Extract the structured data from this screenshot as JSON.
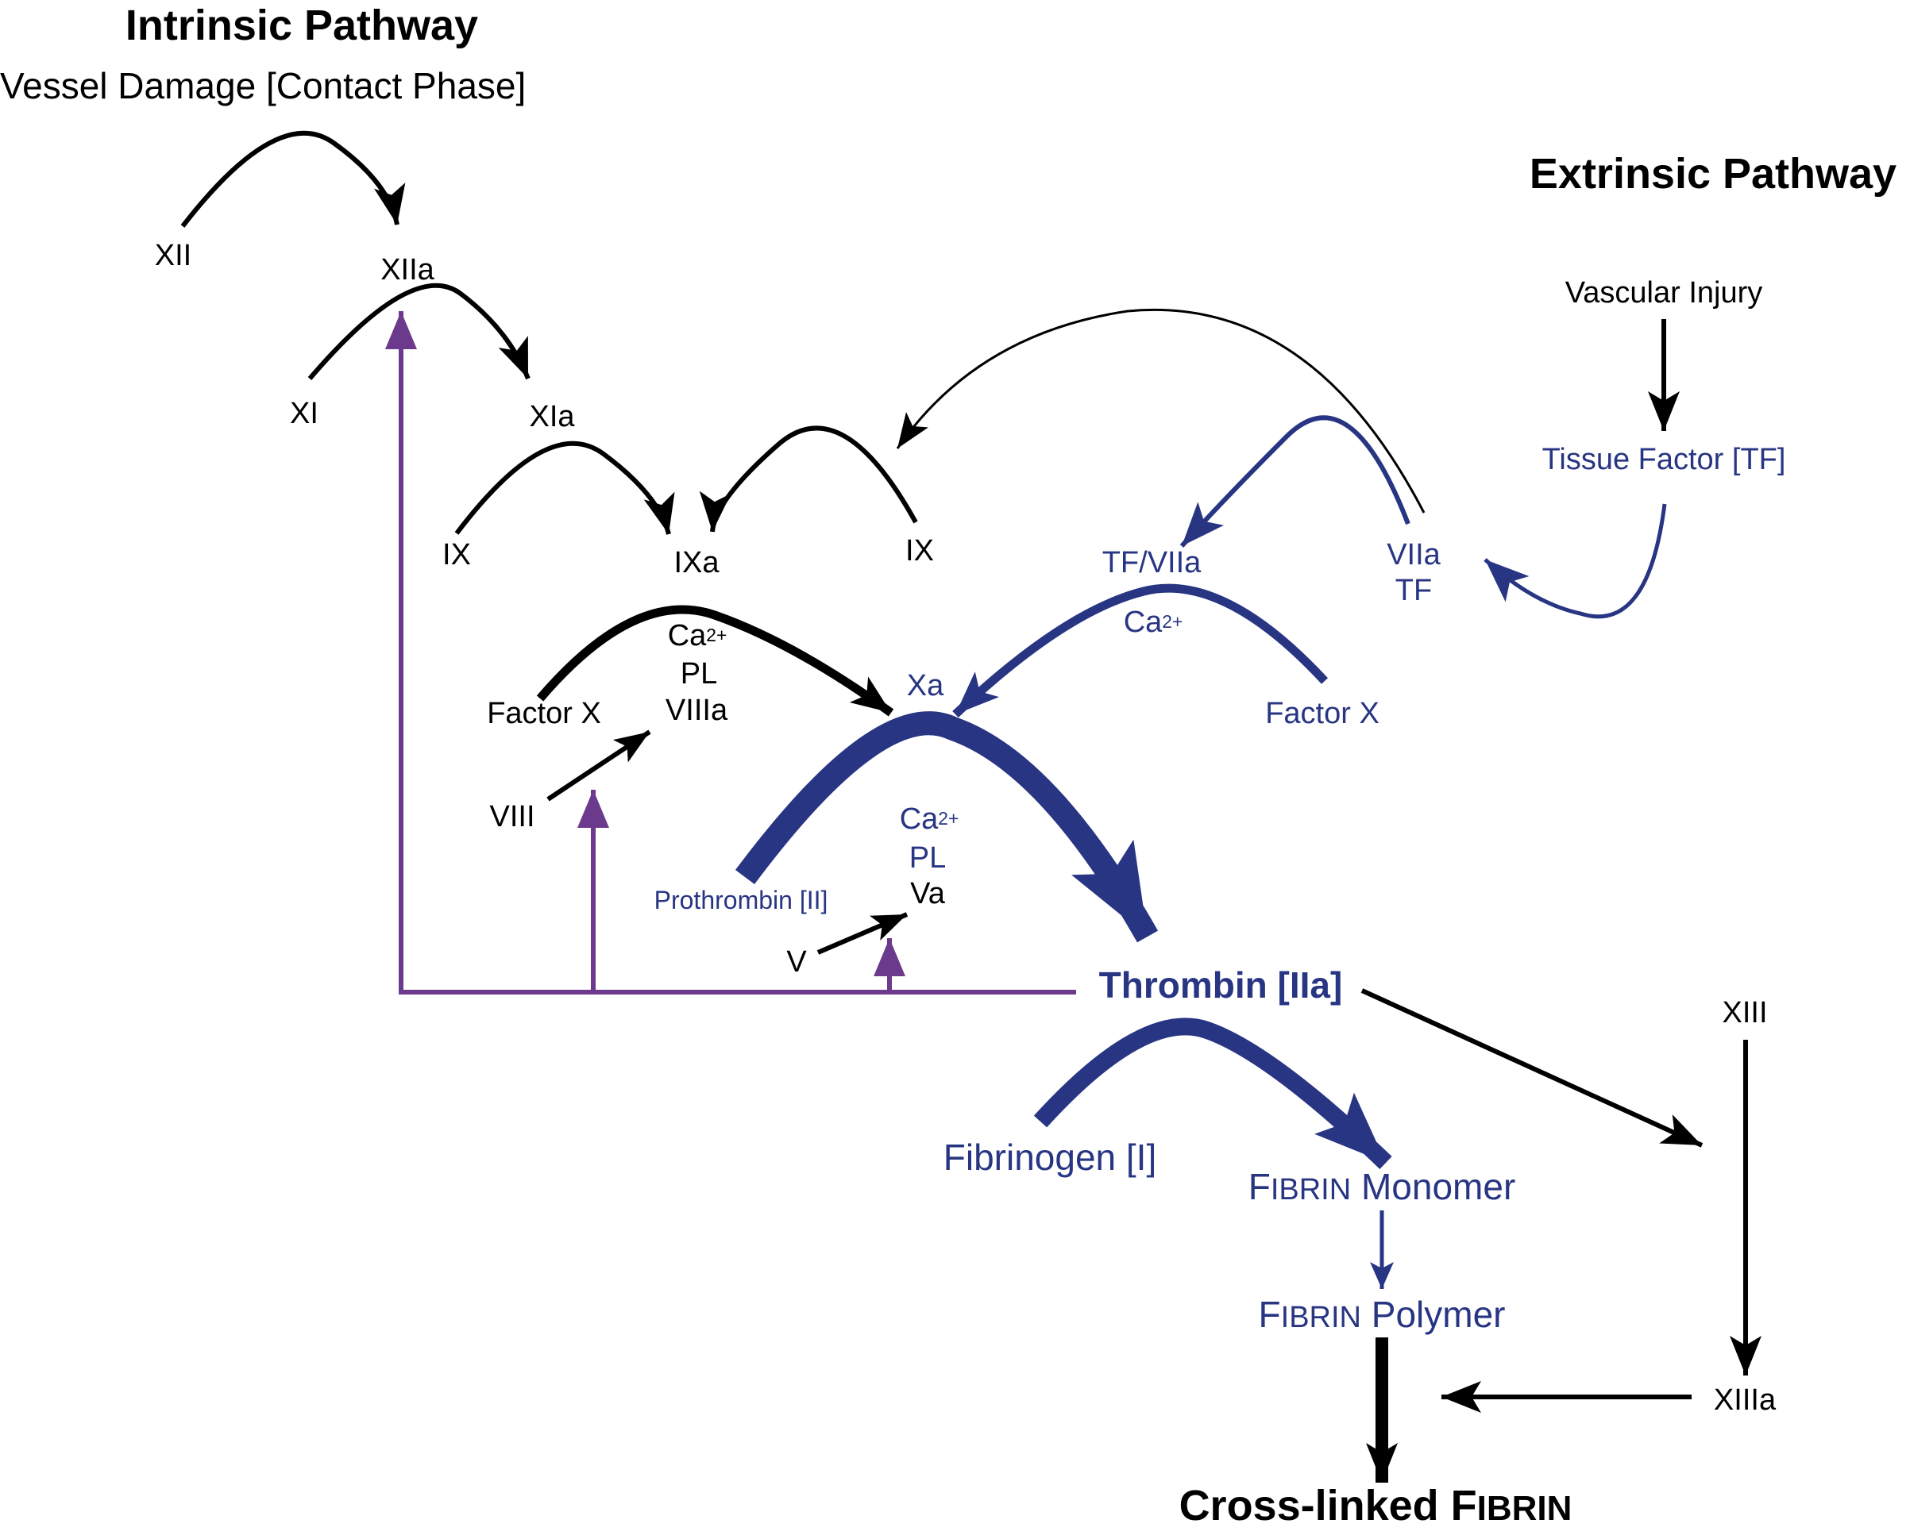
{
  "colors": {
    "black": "#000000",
    "blue": "#283583",
    "purple": "#6c3a8c"
  },
  "intrinsic": {
    "title": "Intrinsic Pathway",
    "subtitle": "Vessel Damage [Contact Phase]",
    "xii": "XII",
    "xiia": "XIIa",
    "xi": "XI",
    "xia": "XIa",
    "ix_left": "IX",
    "ixa": "IXa",
    "ix_right": "IX",
    "factor_x": "Factor X",
    "tenase": {
      "ca": "Ca",
      "ca_sup": "2+",
      "pl": "PL",
      "cofactor": "VIIIa"
    },
    "viii": "VIII"
  },
  "extrinsic": {
    "title": "Extrinsic Pathway",
    "vascular_injury": "Vascular Injury",
    "tissue_factor": "Tissue Factor [TF]",
    "viia": "VIIa",
    "tf": "TF",
    "tf_viia": "TF/VIIa",
    "ca": "Ca",
    "ca_sup": "2+",
    "factor_x": "Factor X"
  },
  "common": {
    "xa": "Xa",
    "prothrombin": "Prothrombin [II]",
    "prothrombinase": {
      "ca": "Ca",
      "ca_sup": "2+",
      "pl": "PL",
      "cofactor": "Va"
    },
    "v": "V",
    "thrombin": "Thrombin [IIa]",
    "fibrinogen": "Fibrinogen [I]",
    "fibrin_monomer": {
      "cap": "F",
      "small": "IBRIN",
      "rest": " Monomer"
    },
    "fibrin_polymer": {
      "cap": "F",
      "small": "IBRIN",
      "rest": " Polymer"
    },
    "xiii": "XIII",
    "xiiia": "XIIIa",
    "crosslinked": {
      "prefix": "Cross-linked ",
      "cap": "F",
      "small": "IBRIN"
    }
  }
}
